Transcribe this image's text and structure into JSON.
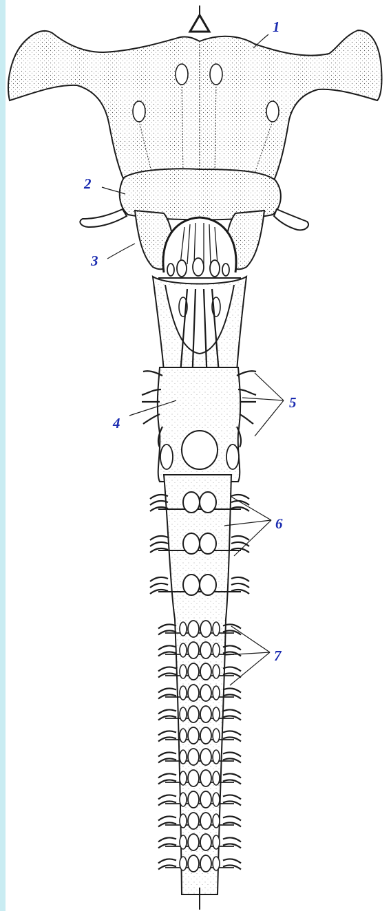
{
  "colors": {
    "ink": "#1b1b1b",
    "label_blue": "#1a2bb0",
    "left_border": "#c9ecf2",
    "background": "#ffffff"
  },
  "labels": [
    {
      "id": "label-1",
      "text": "1"
    },
    {
      "id": "label-2",
      "text": "2"
    },
    {
      "id": "label-3",
      "text": "3"
    },
    {
      "id": "label-4",
      "text": "4"
    },
    {
      "id": "label-5",
      "text": "5"
    },
    {
      "id": "label-6",
      "text": "6"
    },
    {
      "id": "label-7",
      "text": "7"
    }
  ],
  "structure": {
    "ganglia_paired_large": 3,
    "ganglia_paired_small": 12
  }
}
